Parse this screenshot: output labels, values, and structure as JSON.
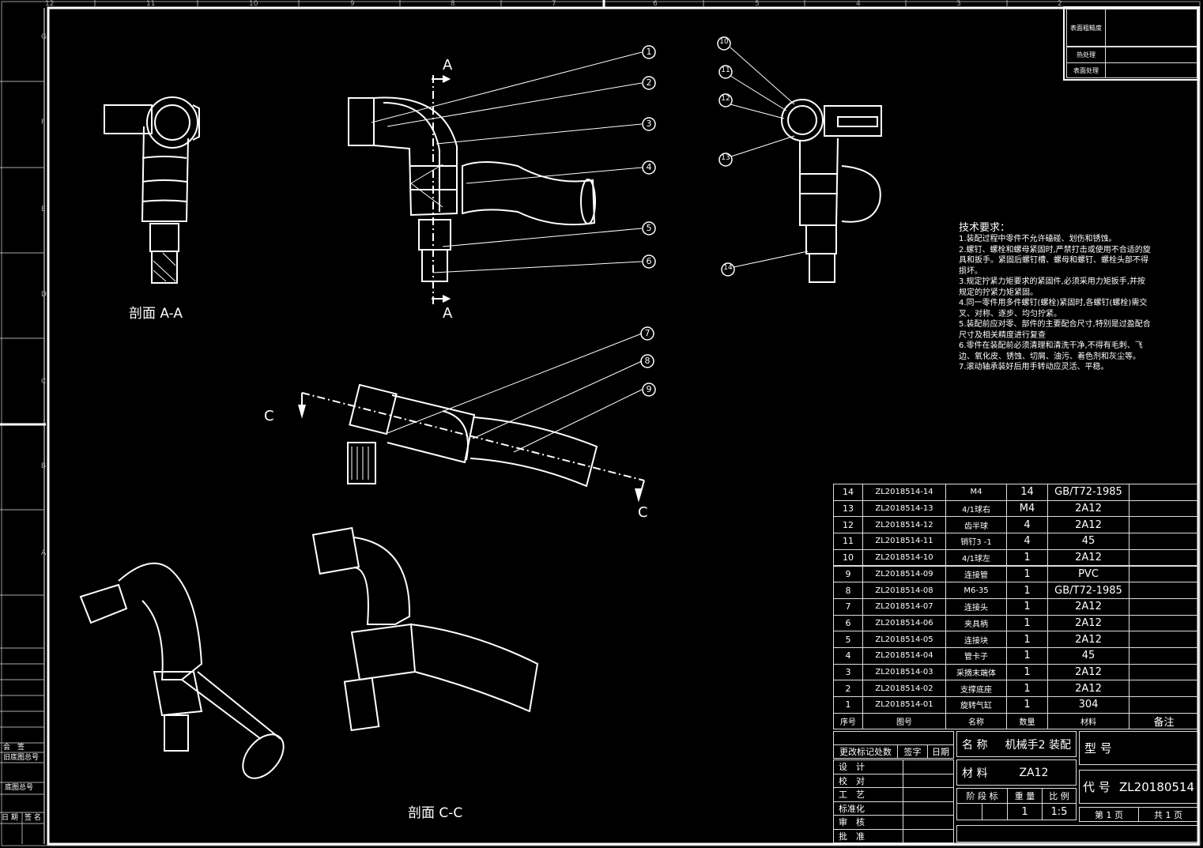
{
  "views": {
    "section_aa": "剖面 A-A",
    "section_cc": "剖面 C-C",
    "cut_a_top": "A",
    "cut_a_bottom": "A",
    "cut_c_left": "C",
    "cut_c_right": "C"
  },
  "balloons": [
    "1",
    "2",
    "3",
    "4",
    "5",
    "6",
    "7",
    "8",
    "9",
    "10",
    "11",
    "12",
    "13",
    "14"
  ],
  "zones": {
    "top": [
      "12",
      "11",
      "10",
      "9",
      "8",
      "7",
      "6",
      "5",
      "4",
      "3",
      "2"
    ],
    "left": [
      "G",
      "F",
      "E",
      "D",
      "C",
      "B",
      "A"
    ]
  },
  "surface_table": {
    "roughness": "表面粗糙度",
    "heat": "热处理",
    "surface": "表面处理"
  },
  "tech_requirements": {
    "title": "技术要求：",
    "items": [
      "1.装配过程中零件不允许磕碰、划伤和锈蚀。",
      "2.螺钉、螺栓和螺母紧固时,严禁打击或使用不合适的旋具和扳手。紧固后螺钉槽、螺母和螺钉、螺栓头部不得损坏。",
      "3.规定拧紧力矩要求的紧固件,必须采用力矩扳手,并按规定的拧紧力矩紧固。",
      "4.同一零件用多件螺钉(螺栓)紧固时,各螺钉(螺栓)需交叉、对称、逐步、均匀拧紧。",
      "5.装配前应对零、部件的主要配合尺寸,特别是过盈配合尺寸及相关精度进行复查",
      "6.零件在装配前必须清理和清洗干净,不得有毛刺、飞边、氧化皮、锈蚀、切屑、油污、着色剂和灰尘等。",
      "7.滚动轴承装好后用手转动应灵活、平稳。"
    ]
  },
  "bom": {
    "headers": [
      "序号",
      "图号",
      "名称",
      "数量",
      "材料",
      "备注"
    ],
    "rows": [
      [
        "14",
        "ZL2018514-14",
        "M4",
        "14",
        "GB/T72-1985",
        ""
      ],
      [
        "13",
        "ZL2018514-13",
        "4/1球右",
        "M4",
        "2A12",
        ""
      ],
      [
        "12",
        "ZL2018514-12",
        "齿半球",
        "4",
        "2A12",
        ""
      ],
      [
        "11",
        "ZL2018514-11",
        "销钉3 -1",
        "4",
        "45",
        ""
      ],
      [
        "10",
        "ZL2018514-10",
        "4/1球左",
        "1",
        "2A12",
        ""
      ],
      [
        "9",
        "ZL2018514-09",
        "连接管",
        "1",
        "PVC",
        ""
      ],
      [
        "8",
        "ZL2018514-08",
        "M6-35",
        "1",
        "GB/T72-1985",
        ""
      ],
      [
        "7",
        "ZL2018514-07",
        "连接头",
        "1",
        "2A12",
        ""
      ],
      [
        "6",
        "ZL2018514-06",
        "夹具柄",
        "1",
        "2A12",
        ""
      ],
      [
        "5",
        "ZL2018514-05",
        "连接块",
        "1",
        "2A12",
        ""
      ],
      [
        "4",
        "ZL2018514-04",
        "管卡子",
        "1",
        "45",
        ""
      ],
      [
        "3",
        "ZL2018514-03",
        "采摘末端体",
        "1",
        "2A12",
        ""
      ],
      [
        "2",
        "ZL2018514-02",
        "支撑底座",
        "1",
        "2A12",
        ""
      ],
      [
        "1",
        "ZL2018514-01",
        "旋转气缸",
        "1",
        "304",
        ""
      ]
    ]
  },
  "title_block": {
    "change_mark": "更改标记处数",
    "signature": "签字",
    "date": "日期",
    "roles": [
      "设　计",
      "校　对",
      "工　艺",
      "标准化",
      "审　核",
      "批　准"
    ],
    "name_label": "名 称",
    "name_value": "机械手2 装配",
    "material_label": "材 料",
    "material_value": "ZA12",
    "stage_label": "阶 段 标",
    "weight_label": "重 量",
    "scale_label": "比 例",
    "weight_value": "1",
    "scale_value": "1:5",
    "model_label": "型 号",
    "code_label": "代 号",
    "code_value": "ZL20180514",
    "sheet": "第 1 页",
    "total": "共 1 页"
  },
  "left_strip": {
    "countersign": "会　签",
    "old_drawing_no": "旧底图总号",
    "drawing_no": "底图总号",
    "date": "日 期",
    "sign": "签 名"
  }
}
